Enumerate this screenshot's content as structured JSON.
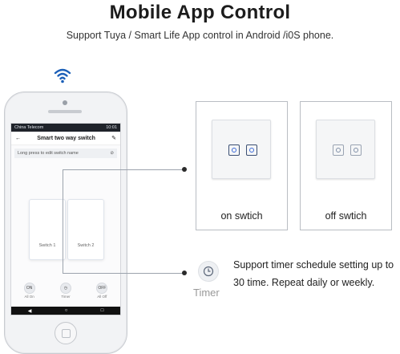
{
  "header": {
    "title": "Mobile App Control",
    "subtitle": "Support Tuya / Smart Life App control in Android /i0S phone."
  },
  "phone": {
    "status": {
      "carrier": "China Telecom",
      "time": "10:01"
    },
    "app": {
      "title": "Smart two way switch",
      "hint": "Long press to edit switch name",
      "switches": [
        "Switch 1",
        "Switch 2"
      ],
      "bottom": [
        {
          "icon": "ON",
          "label": "All On"
        },
        {
          "icon": "timer-icon",
          "label": "Timer"
        },
        {
          "icon": "OFF",
          "label": "All Off"
        }
      ]
    }
  },
  "cards": {
    "on_label": "on swtich",
    "off_label": "off swtich"
  },
  "timer": {
    "label": "Timer",
    "description": "Support timer schedule setting up to 30 time. Repeat daily or weekly."
  }
}
